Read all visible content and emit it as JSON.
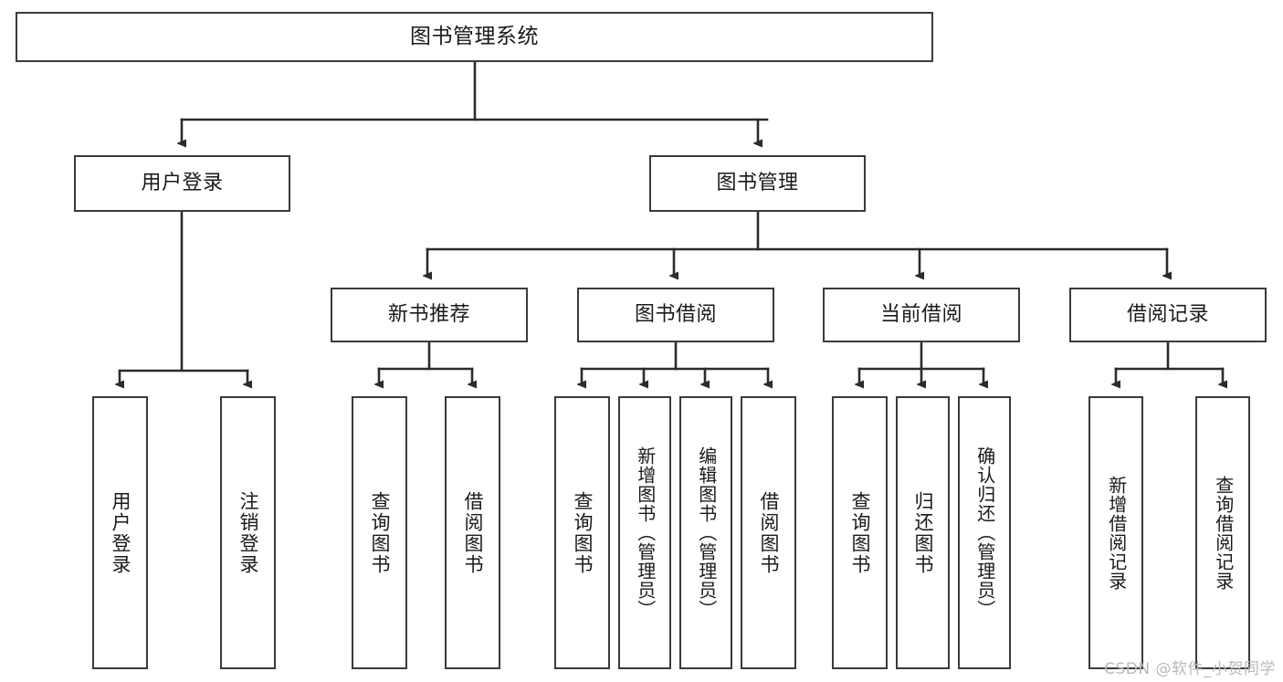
{
  "diagram": {
    "title": "图书管理系统",
    "type": "tree-hierarchy-chart",
    "watermark": "CSDN @软件_小贺同学",
    "colors": {
      "background": "#ffffff",
      "box_border": "#3a3a3a",
      "edge": "#2b2b2b",
      "text": "#1a1a1a",
      "watermark": "#b9b9b9"
    },
    "nodes": {
      "root": {
        "label": "图书管理系统"
      },
      "level2": [
        {
          "label": "用户登录"
        },
        {
          "label": "图书管理"
        }
      ],
      "level3": [
        {
          "label": "新书推荐"
        },
        {
          "label": "图书借阅"
        },
        {
          "label": "当前借阅"
        },
        {
          "label": "借阅记录"
        }
      ],
      "leaves": {
        "user_login": [
          {
            "label": "用户登录"
          },
          {
            "label": "注销登录"
          }
        ],
        "new_book_recommend": [
          {
            "label": "查询图书"
          },
          {
            "label": "借阅图书"
          }
        ],
        "book_borrow": [
          {
            "label": "查询图书"
          },
          {
            "label": "新增图书（管理员）"
          },
          {
            "label": "编辑图书（管理员）"
          },
          {
            "label": "借阅图书"
          }
        ],
        "current_borrow": [
          {
            "label": "查询图书"
          },
          {
            "label": "归还图书"
          },
          {
            "label": "确认归还（管理员）"
          }
        ],
        "borrow_record": [
          {
            "label": "新增借阅记录"
          },
          {
            "label": "查询借阅记录"
          }
        ]
      }
    }
  }
}
